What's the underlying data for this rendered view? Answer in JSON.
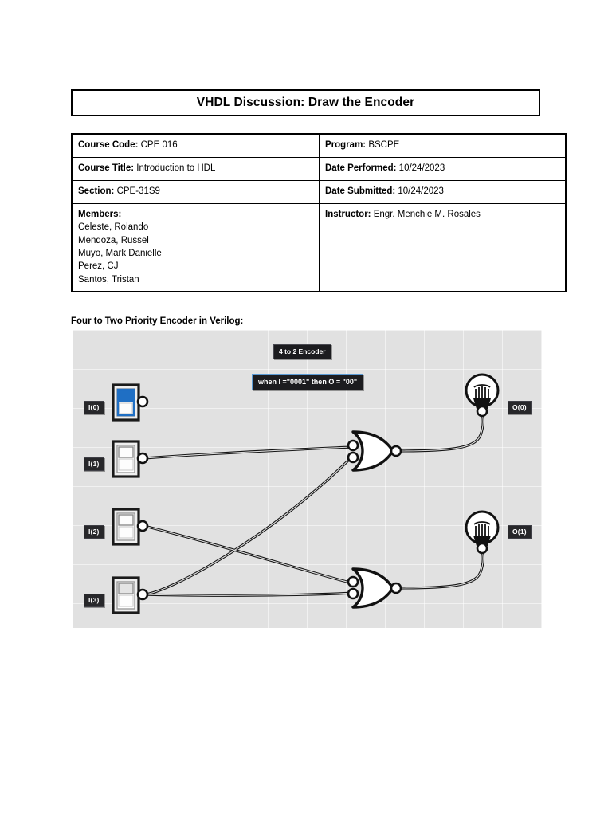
{
  "document": {
    "title": "VHDL Discussion: Draw the Encoder",
    "info": {
      "course_code_label": "Course Code:",
      "course_code_value": "CPE 016",
      "program_label": "Program:",
      "program_value": "BSCPE",
      "course_title_label": "Course Title:",
      "course_title_value": "Introduction to HDL",
      "date_performed_label": "Date Performed:",
      "date_performed_value": "10/24/2023",
      "section_label": "Section:",
      "section_value": "CPE-31S9",
      "date_submitted_label": "Date Submitted:",
      "date_submitted_value": "10/24/2023",
      "members_label": "Members:",
      "members": [
        "Celeste, Rolando",
        "Mendoza, Russel",
        "Muyo, Mark Danielle",
        "Perez, CJ",
        "Santos, Tristan"
      ],
      "instructor_label": "Instructor:",
      "instructor_value": "Engr. Menchie M. Rosales"
    },
    "section_heading": "Four to Two Priority Encoder in Verilog:"
  },
  "circuit": {
    "annotations": {
      "encoder_title": "4 to 2 Encoder",
      "condition": "when I =\"0001\" then O = \"00\""
    },
    "inputs": [
      {
        "label": "I(0)",
        "state": "on"
      },
      {
        "label": "I(1)",
        "state": "off"
      },
      {
        "label": "I(2)",
        "state": "off"
      },
      {
        "label": "I(3)",
        "state": "off"
      }
    ],
    "outputs": [
      {
        "label": "O(0)",
        "state": "off"
      },
      {
        "label": "O(1)",
        "state": "off"
      }
    ],
    "gates": [
      {
        "name": "or-gate-1",
        "type": "OR",
        "inputs": [
          "I(1)",
          "I(3)"
        ],
        "output": "O(0)"
      },
      {
        "name": "or-gate-2",
        "type": "OR",
        "inputs": [
          "I(2)",
          "I(3)"
        ],
        "output": "O(1)"
      }
    ],
    "colors": {
      "canvas_background": "#e1e1e1",
      "switch_on": "#1f6fc4",
      "badge_background": "#27272a",
      "annotation_border": "#5b9bd5",
      "wire": "#1a1a1a"
    }
  }
}
